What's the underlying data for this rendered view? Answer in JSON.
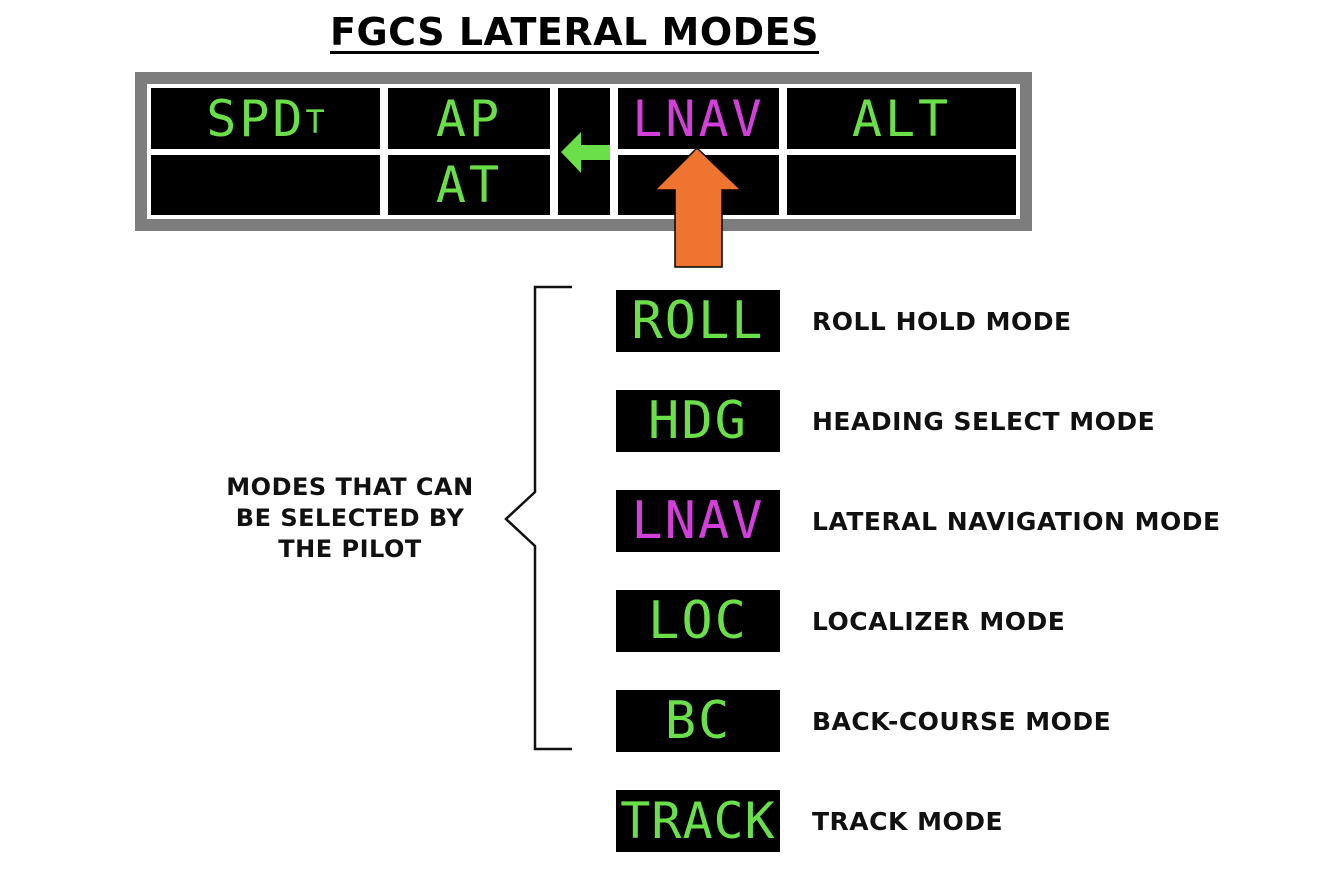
{
  "title": "FGCS LATERAL MODES",
  "annunciator": {
    "row1": {
      "speed_mode_main": "SPD",
      "speed_mode_sub": "T",
      "ap": "AP",
      "lateral": "LNAV",
      "vertical": "ALT"
    },
    "row2": {
      "at": "AT"
    }
  },
  "brace_label": {
    "line1": "MODES THAT CAN",
    "line2": "BE SELECTED BY",
    "line3": "THE PILOT"
  },
  "modes": [
    {
      "code": "ROLL",
      "description": "ROLL HOLD MODE"
    },
    {
      "code": "HDG",
      "description": "HEADING SELECT MODE"
    },
    {
      "code": "LNAV",
      "description": "LATERAL NAVIGATION MODE"
    },
    {
      "code": "LOC",
      "description": "LOCALIZER MODE"
    },
    {
      "code": "BC",
      "description": "BACK-COURSE MODE"
    },
    {
      "code": "TRACK",
      "description": "TRACK MODE"
    }
  ],
  "colors": {
    "annunciator_green": "#6adf4a",
    "annunciator_magenta": "#d23fd9",
    "pointer_arrow_orange": "#ee7430",
    "panel_frame_gray": "#7d7d7d"
  }
}
